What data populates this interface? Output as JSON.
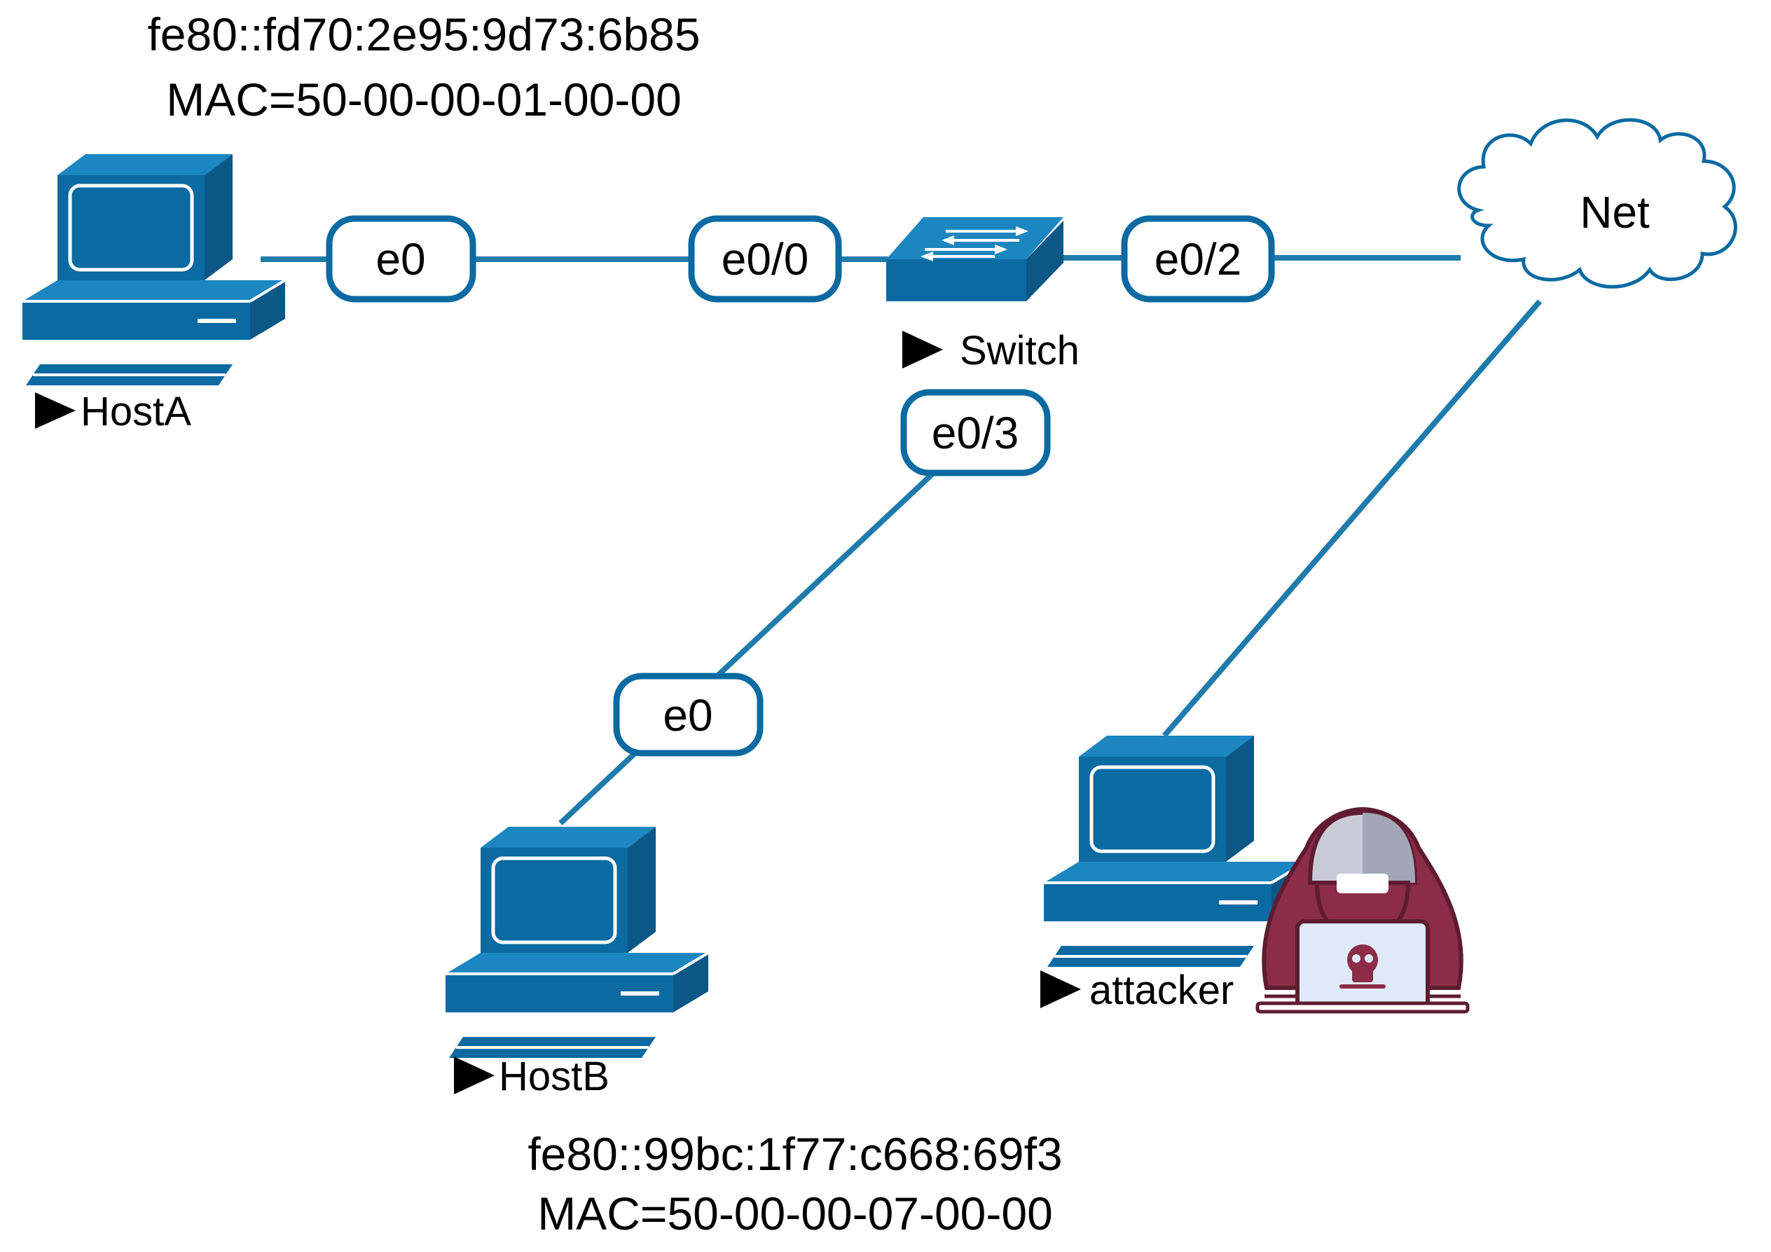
{
  "colors": {
    "link": "#1f7bab",
    "device": "#0a6aa1",
    "device_dark": "#0b5785",
    "badge_border": "#0a6aa1",
    "attacker_hood": "#8b2c48",
    "attacker_face": "#c9cbd6",
    "laptop_screen": "#dfeafb"
  },
  "hostA": {
    "name": "HostA",
    "ipv6": "fe80::fd70:2e95:9d73:6b85",
    "mac": "MAC=50-00-00-01-00-00",
    "icon": "desktop-computer-icon"
  },
  "hostB": {
    "name": "HostB",
    "ipv6": "fe80::99bc:1f77:c668:69f3",
    "mac": "MAC=50-00-00-07-00-00",
    "icon": "desktop-computer-icon"
  },
  "switch": {
    "name": "Switch",
    "icon": "network-switch-icon"
  },
  "cloud": {
    "label": "Net",
    "icon": "cloud-icon"
  },
  "attacker": {
    "name": "attacker",
    "icon": "hooded-hacker-icon"
  },
  "interfaces": {
    "hostA_e0": "e0",
    "switch_e0_0": "e0/0",
    "switch_e0_2": "e0/2",
    "switch_e0_3": "e0/3",
    "hostB_e0": "e0"
  },
  "play_marker": "play-triangle-icon"
}
